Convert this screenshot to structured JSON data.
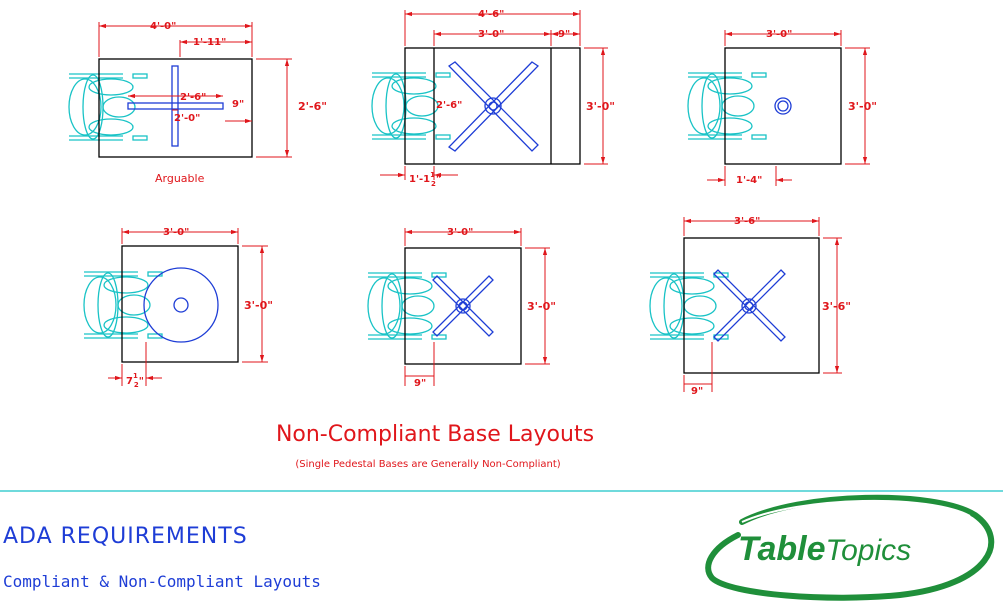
{
  "layouts": [
    {
      "id": "l1",
      "dims": {
        "top": "4'-0\"",
        "top_sub": "1'-11\"",
        "right": "2'-6\"",
        "inner_h": "2'-6\"",
        "inner_v": "2'-0\"",
        "edge": "9\""
      },
      "note": "Arguable"
    },
    {
      "id": "l2",
      "dims": {
        "top": "4'-6\"",
        "top_sub": "3'-0\"",
        "top_edge": "9\"",
        "right": "3'-0\"",
        "inner": "2'-6\"",
        "bottom": "1'-1",
        "bottom_frac_num": "1",
        "bottom_frac_den": "2",
        "bottom_in": "\""
      }
    },
    {
      "id": "l3",
      "dims": {
        "top": "3'-0\"",
        "right": "3'-0\"",
        "bottom": "1'-4\""
      }
    },
    {
      "id": "l4",
      "dims": {
        "top": "3'-0\"",
        "right": "3'-0\"",
        "bottom": "7",
        "bottom_frac_num": "1",
        "bottom_frac_den": "2",
        "bottom_in": "\""
      }
    },
    {
      "id": "l5",
      "dims": {
        "top": "3'-0\"",
        "right": "3'-0\"",
        "bottom": "9\""
      }
    },
    {
      "id": "l6",
      "dims": {
        "top": "3'-6\"",
        "right": "3'-6\"",
        "bottom": "9\""
      }
    }
  ],
  "section_title": "Non-Compliant Base Layouts",
  "section_subtitle": "(Single Pedestal Bases are Generally Non-Compliant)",
  "footer": {
    "title": "ADA REQUIREMENTS",
    "subtitle": "Compliant & Non-Compliant Layouts"
  },
  "logo": {
    "text_bold": "Table",
    "text_light": "Topics"
  },
  "colors": {
    "dimension": "#e0161b",
    "table": "#000000",
    "base": "#1e3dd6",
    "wheelchair": "#19c3c6",
    "rule": "#19c3c6",
    "logo_green": "#1f8f3a"
  }
}
